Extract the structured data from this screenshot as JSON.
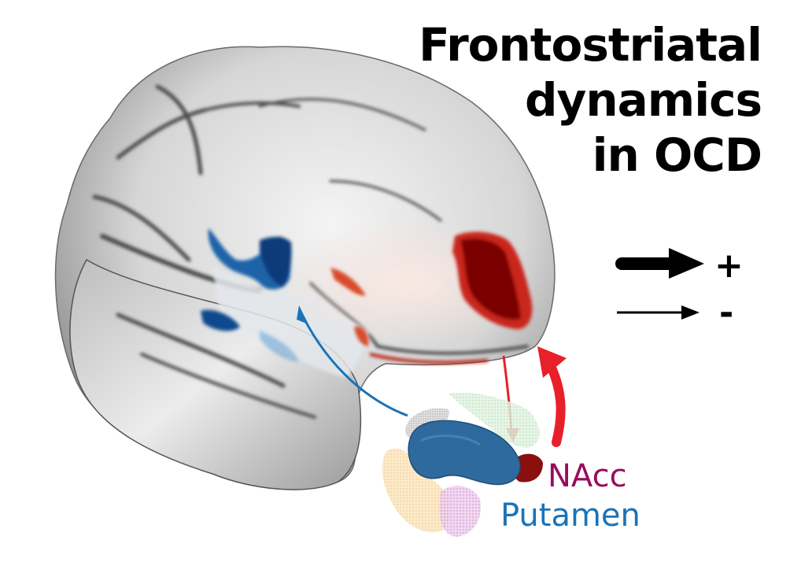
{
  "figure": {
    "title_lines": [
      "Frontostriatal",
      "dynamics",
      "in OCD"
    ],
    "legend": {
      "items": [
        {
          "arrow": "thick-arrow",
          "label": "+"
        },
        {
          "arrow": "thin-arrow",
          "label": "-"
        }
      ]
    },
    "regions": {
      "nacc": {
        "label": "NAcc",
        "color": "#9a0c5c"
      },
      "putamen": {
        "label": "Putamen",
        "color": "#1a73b8"
      }
    },
    "colors": {
      "positive_cluster": "#7a0000",
      "negative_cluster": "#0b4a8c",
      "red_arrow": "#e8202a",
      "blue_arrow": "#1a73b8",
      "brain_surface": "#d9d9d9"
    }
  }
}
